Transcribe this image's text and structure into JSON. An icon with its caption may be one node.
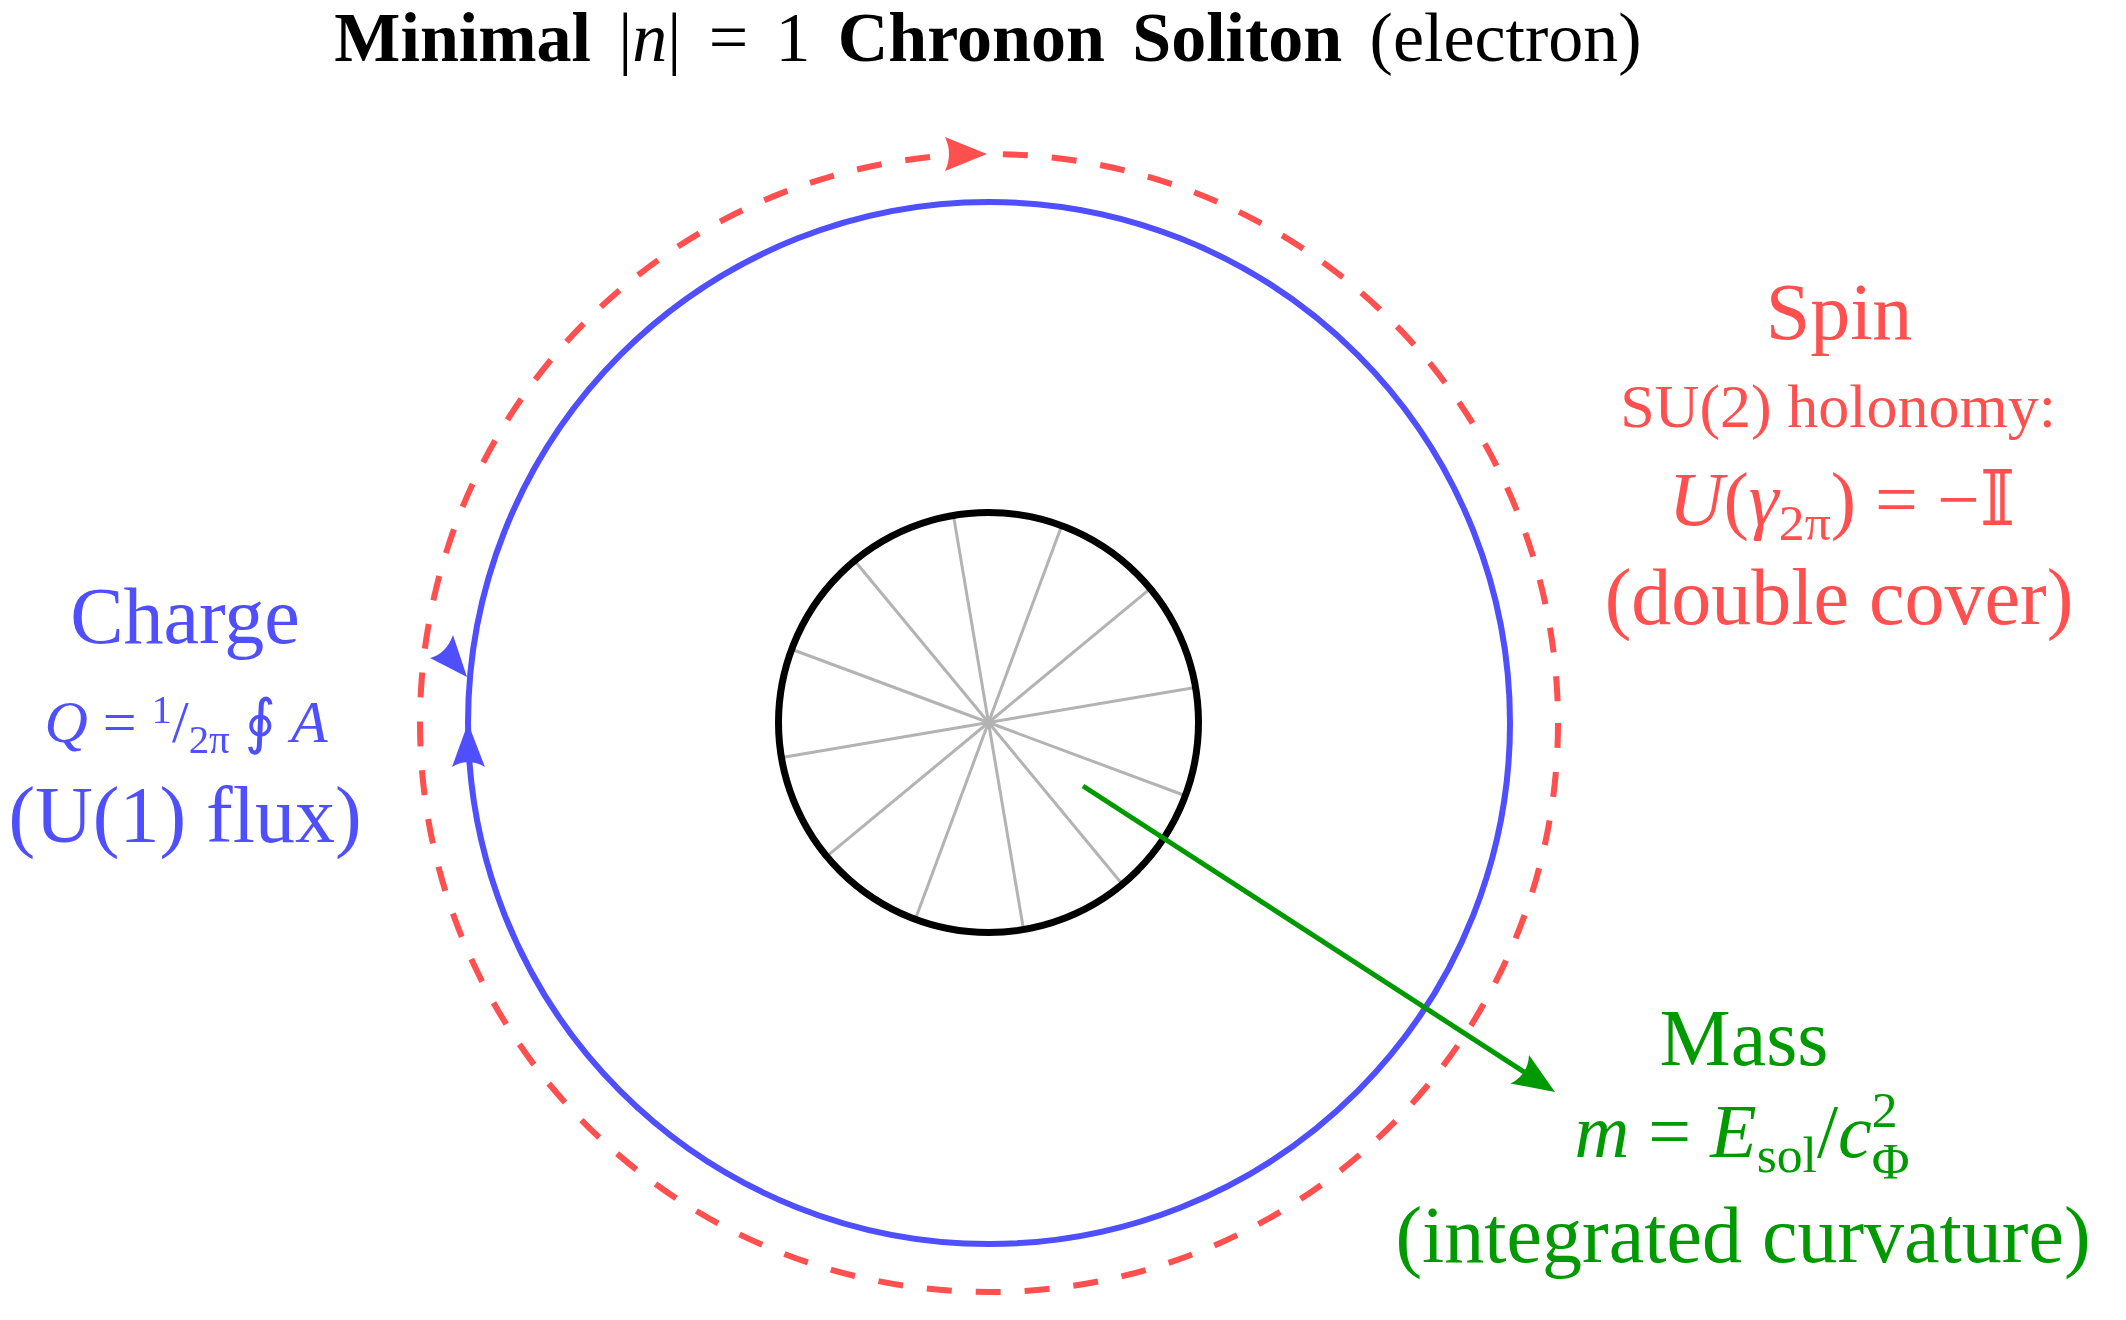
{
  "diagram": {
    "title": "**Minimal** |*n*| = 1 **Chronon Soliton** (electron)",
    "nodes": [
      {
        "text": [],
        "shape": "circle"
      },
      {
        "text": [
          "Mass",
          "*m* = *E*$_{sol}$/*c*$^{2}$$_{Φ}$",
          "(integrated curvature)"
        ]
      }
    ],
    "edges": [
      {
        "from": 0,
        "to": 1,
        "arrow": "to"
      }
    ],
    "labels": [
      "Spin",
      "SU(2) holonomy:",
      "*U*(*γ*$_{2π}$) = −𝕀",
      "(double cover)",
      "Charge",
      "*Q* = $^{1}$/$_{2π}$ ∮ *A*",
      "(U(1) flux)"
    ]
  }
}
